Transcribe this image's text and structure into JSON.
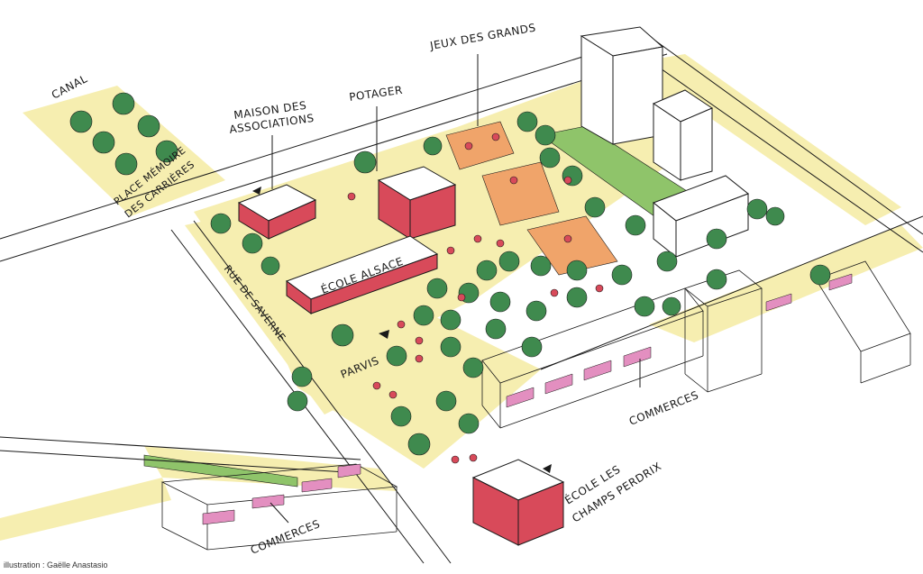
{
  "labels": {
    "canal": "CANAL",
    "place_line1": "PLACE MÉMOIRE",
    "place_line2": "DES CARRIÈRES",
    "maison_line1": "MAISON DES",
    "maison_line2": "ASSOCIATIONS",
    "potager": "POTAGER",
    "jeux": "JEUX DES GRANDS",
    "ecole_alsace": "ÉCOLE ALSACE",
    "rue": "RUE DE SAVERNE",
    "parvis": "PARVIS",
    "commerces_right": "COMMERCES",
    "commerces_left": "COMMERCES",
    "ecole_champs_line1": "ÉCOLE LES",
    "ecole_champs_line2": "CHAMPS PERDRIX"
  },
  "credit": "illustration : Gaëlle Anastasio",
  "colors": {
    "paving": "#f6eeb0",
    "grass": "#8fc46a",
    "tree": "#3f8a4e",
    "red_building": "#d84a5a",
    "play_orange": "#f0a46a",
    "shop_pink": "#e38fc0",
    "line": "#1a1a1a"
  }
}
